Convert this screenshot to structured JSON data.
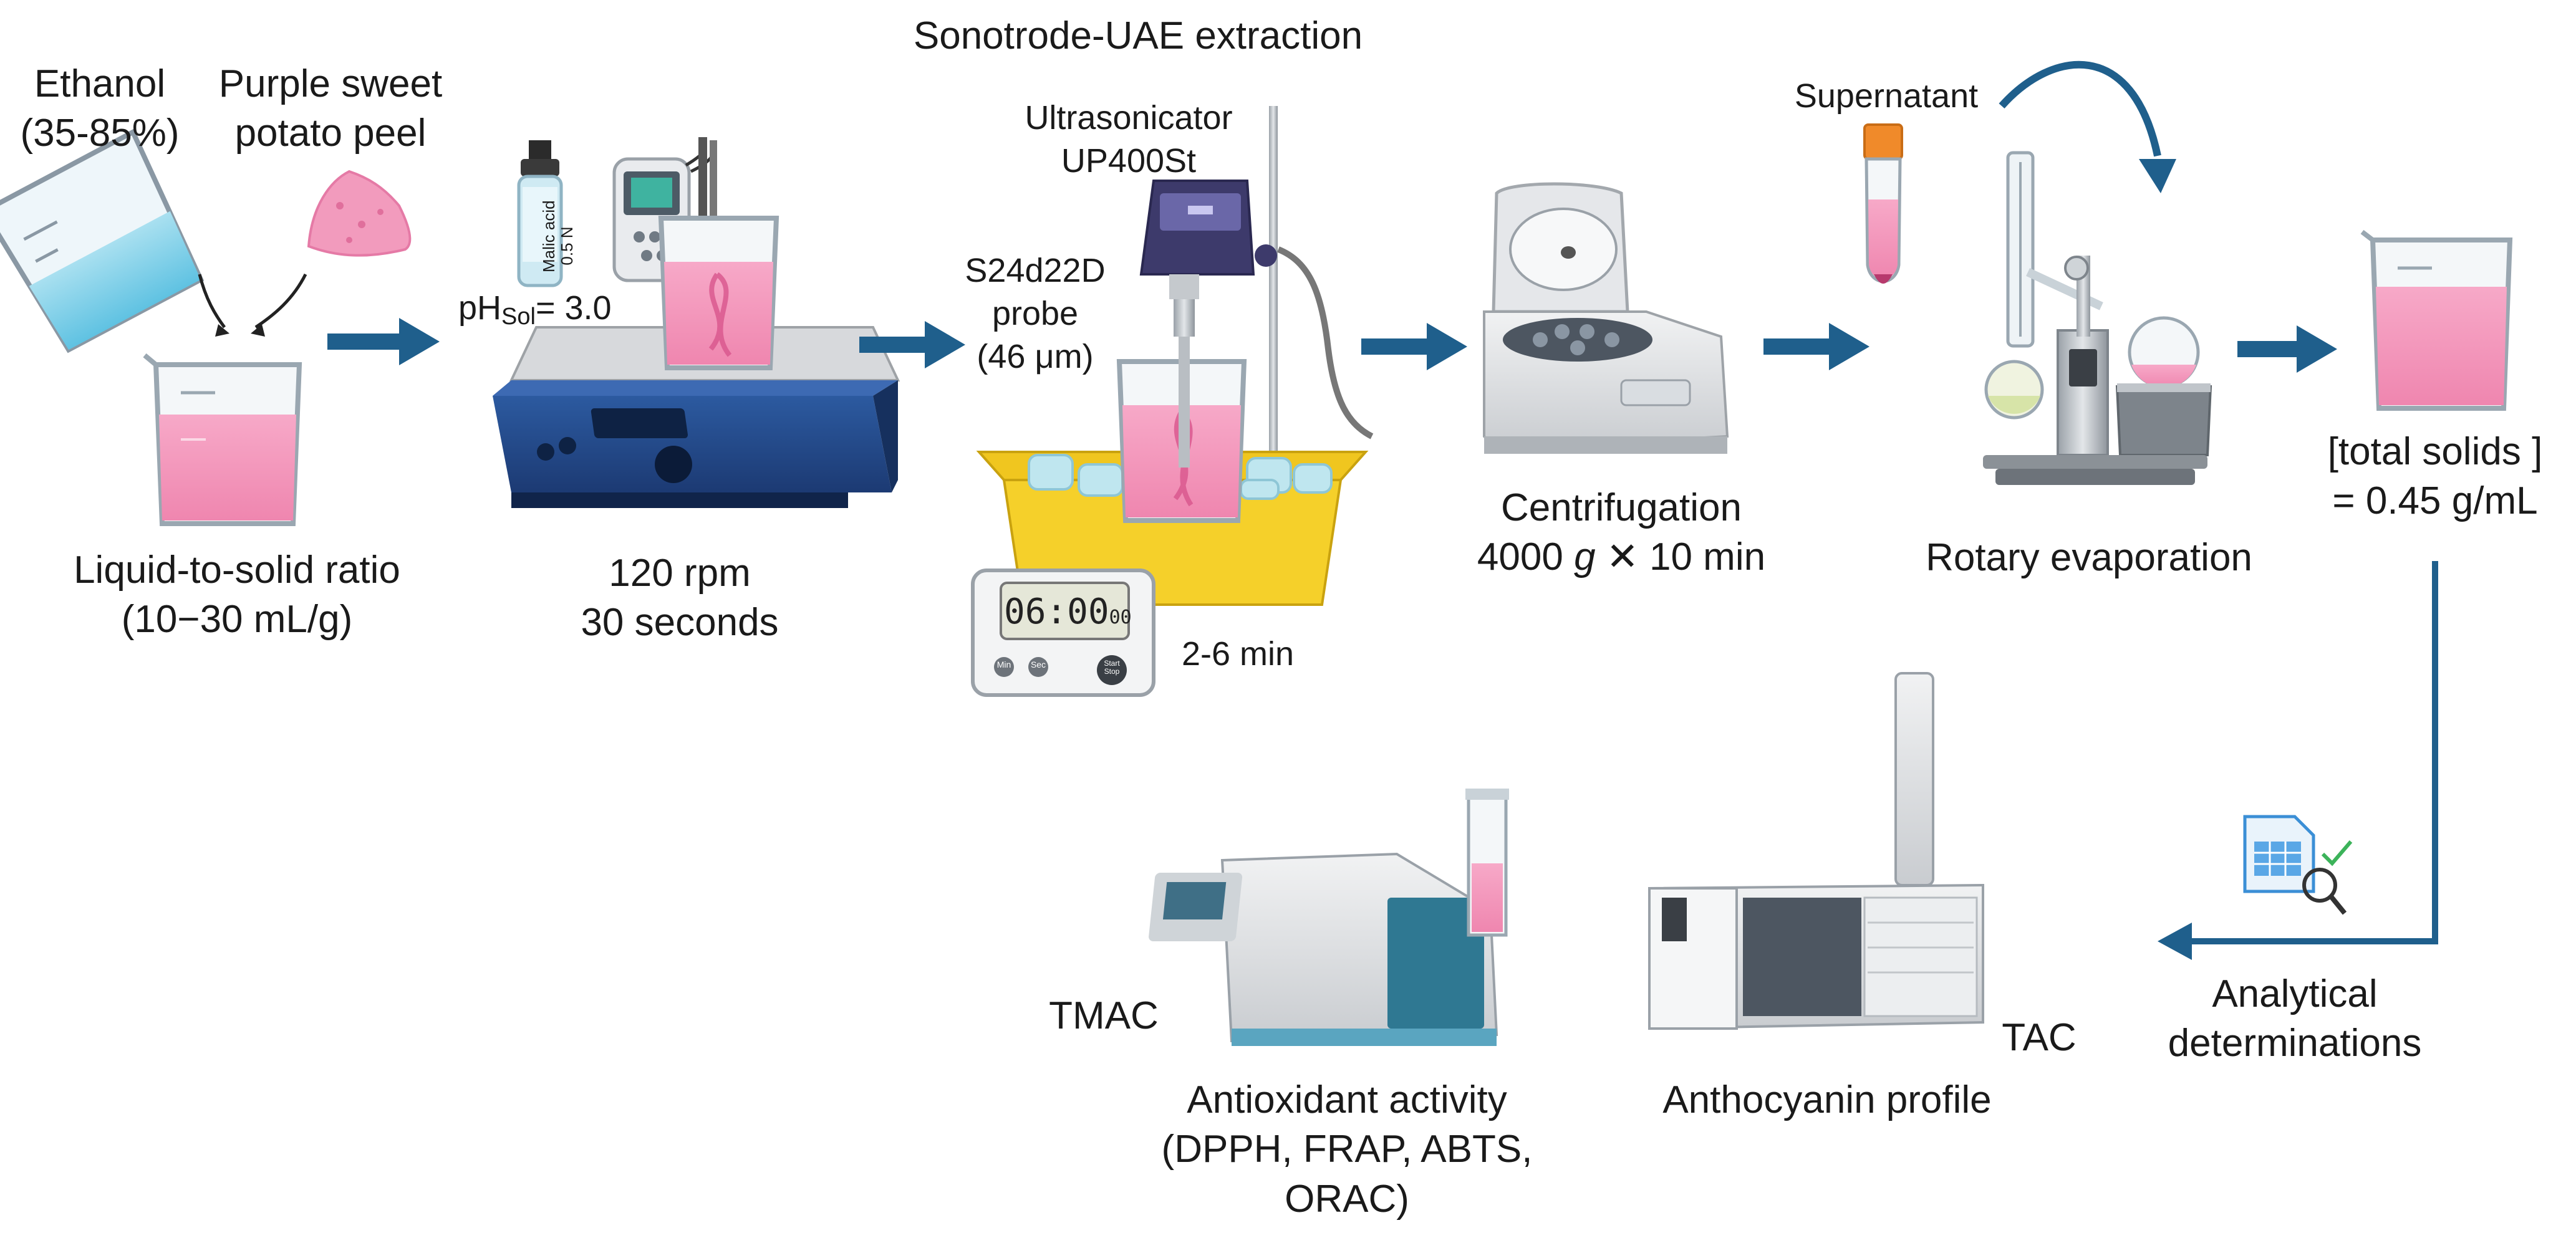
{
  "header": {
    "title": "Sonotrode-UAE extraction"
  },
  "colors": {
    "arrow": "#1f5f8c",
    "pink": "#f29bbd",
    "beaker_edge": "#9aa7b1",
    "ice": "#bfe6ef",
    "tray": "#f5d02a",
    "stirrer": "#1f3f7a"
  },
  "step1": {
    "ethanol": [
      "Ethanol",
      "(35-85%)"
    ],
    "peel": [
      "Purple sweet",
      "potato peel"
    ],
    "ratio": [
      "Liquid-to-solid ratio",
      "(10−30 mL/g)"
    ]
  },
  "step2": {
    "reagent": [
      "Malic acid",
      "0.5 N"
    ],
    "ph_prefix": "pH",
    "ph_sub": "Sol",
    "ph_value": "= 3.0",
    "speed": [
      "120 rpm",
      "30 seconds"
    ]
  },
  "step3": {
    "device": [
      "Ultrasonicator",
      "UP400St"
    ],
    "probe": [
      "S24d22D",
      "probe",
      "(46 μm)"
    ],
    "timer_display": "06:00",
    "timer_small": "00",
    "timer_buttons": [
      "Min",
      "Sec",
      "Start Stop"
    ],
    "time_range": "2-6 min"
  },
  "step4": {
    "label": "Centrifugation",
    "cond_num": "4000",
    "cond_unit": "g",
    "cond_rest": "✕ 10 min"
  },
  "step5": {
    "supernatant": "Supernatant",
    "label": "Rotary evaporation"
  },
  "step6": {
    "lines": [
      "[total solids ]",
      "= 0.45 g/mL"
    ]
  },
  "analysis": {
    "determinations": [
      "Analytical",
      "determinations"
    ],
    "tac": "TAC",
    "anthocyanin": "Anthocyanin profile",
    "tmac": "TMAC",
    "antioxidant": [
      "Antioxidant activity",
      "(DPPH, FRAP, ABTS,",
      "ORAC)"
    ]
  }
}
